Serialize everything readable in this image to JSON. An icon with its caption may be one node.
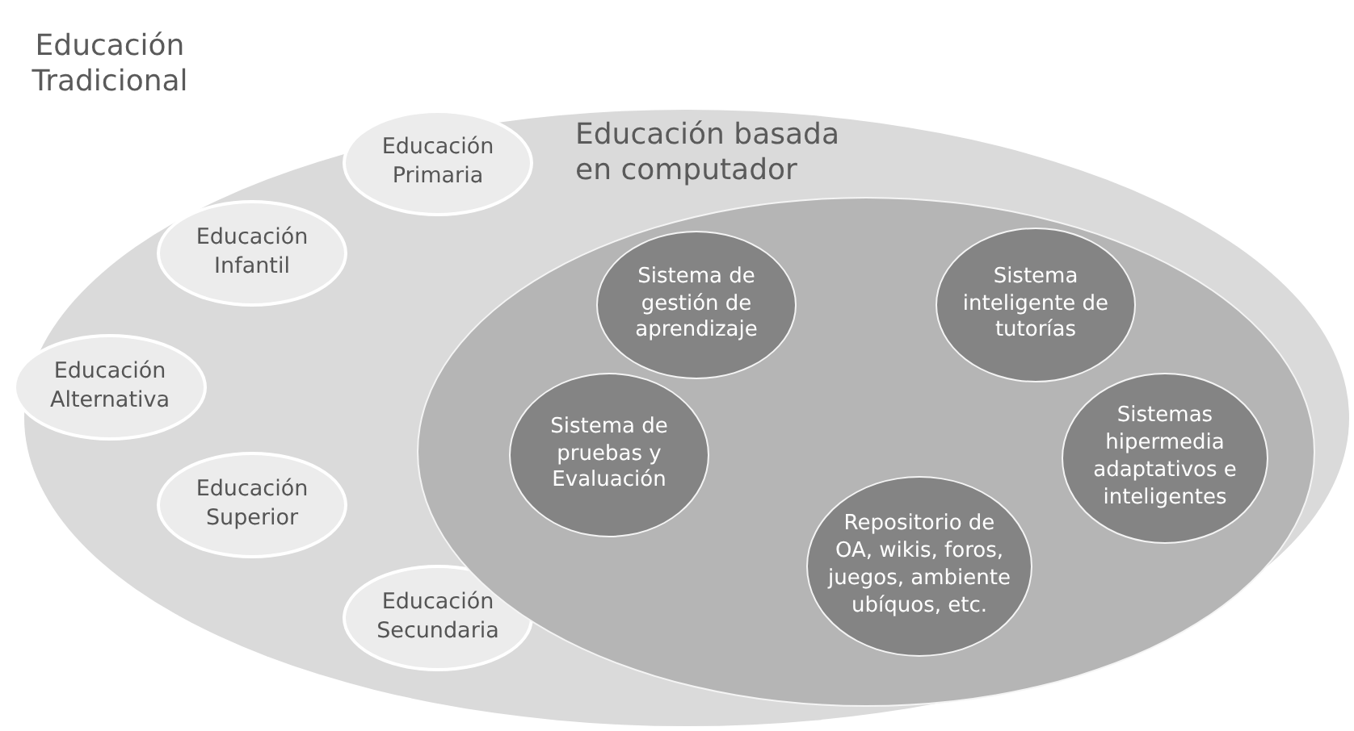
{
  "diagram": {
    "nodes": [
      {
        "text": [
          "Educación Tradicional"
        ]
      },
      {
        "text": [
          "Educación Primaria"
        ],
        "in": 0
      },
      {
        "text": [
          "Educación Infantil"
        ],
        "in": 0
      },
      {
        "text": [
          "Educación Alternativa"
        ],
        "in": 0
      },
      {
        "text": [
          "Educación Superior"
        ],
        "in": 0
      },
      {
        "text": [
          "Educación Secundaria"
        ],
        "in": 0
      },
      {
        "text": [
          "Educación basada en computador"
        ],
        "in": 0
      },
      {
        "text": [
          "Sistema de gestión de aprendizaje"
        ],
        "in": 6
      },
      {
        "text": [
          "Sistema inteligente de tutorías"
        ],
        "in": 6
      },
      {
        "text": [
          "Sistema de pruebas y Evaluación"
        ],
        "in": 6
      },
      {
        "text": [
          "Sistemas hipermedia adaptativos e inteligentes"
        ],
        "in": 6
      },
      {
        "text": [
          "Repositorio de OA, wikis, foros, juegos, ambiente ubíquos, etc."
        ],
        "in": 6
      }
    ]
  }
}
